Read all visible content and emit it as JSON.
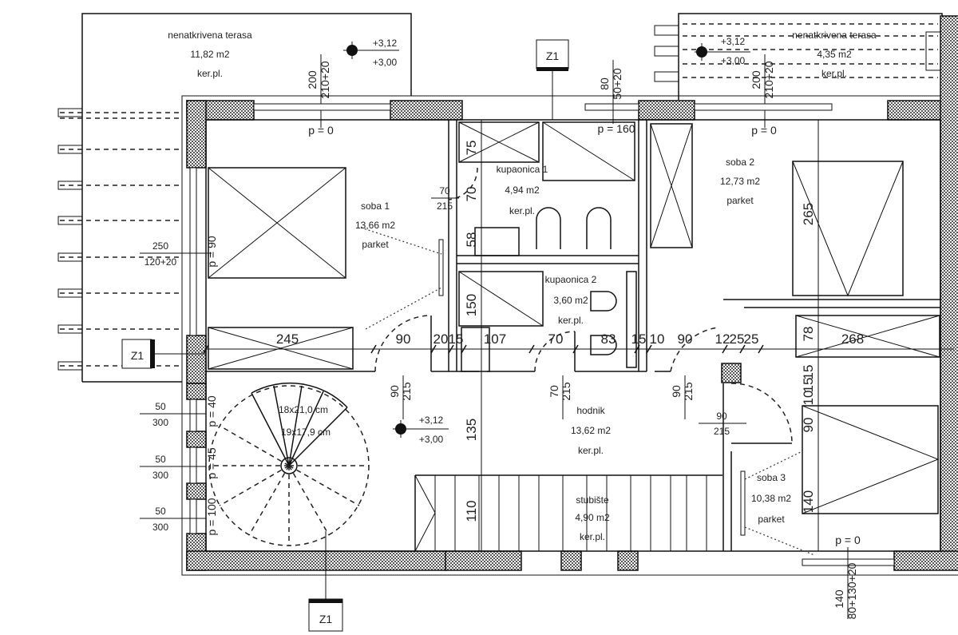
{
  "rooms": {
    "terrace_left": {
      "name": "nenatkrivena terasa",
      "area": "11,82 m2",
      "floor": "ker.pl."
    },
    "terrace_right": {
      "name": "nenatkrivena terasa",
      "area": "4,35 m2",
      "floor": "ker.pl."
    },
    "soba1": {
      "name": "soba 1",
      "area": "13,66 m2",
      "floor": "parket"
    },
    "soba2": {
      "name": "soba 2",
      "area": "12,73 m2",
      "floor": "parket"
    },
    "soba3": {
      "name": "soba 3",
      "area": "10,38 m2",
      "floor": "parket"
    },
    "kupaonica1": {
      "name": "kupaonica 1",
      "area": "4,94 m2",
      "floor": "ker.pl."
    },
    "kupaonica2": {
      "name": "kupaonica 2",
      "area": "3,60 m2",
      "floor": "ker.pl."
    },
    "hodnik": {
      "name": "hodnik",
      "area": "13,62 m2",
      "floor": "ker.pl."
    },
    "stubiste": {
      "name": "stubište",
      "area": "4,90 m2",
      "floor": "ker.pl."
    }
  },
  "levels": {
    "top": "+3,12",
    "bottom": "+3,00"
  },
  "section_marker": "Z1",
  "spiral_stair": {
    "line1": "18x21,0 cm",
    "line2": "19x17,9 cm"
  },
  "parapets": {
    "p0": "p = 0",
    "p160": "p = 160",
    "p90": "p = 90",
    "p40": "p = 40",
    "p45": "p = 45",
    "p100": "p = 100"
  },
  "openings": {
    "terrace_door_left": {
      "w": "200",
      "h": "210+20"
    },
    "terrace_door_right": {
      "w": "200",
      "h": "210+20"
    },
    "bath_window": {
      "w": "80",
      "h": "50+20"
    },
    "soba1_window": {
      "w": "250",
      "h": "120+20"
    },
    "door_bath1": {
      "w": "70",
      "h": "215"
    },
    "door_soba1": {
      "w": "90",
      "h": "215"
    },
    "door_bath2": {
      "w": "70",
      "h": "215"
    },
    "door_soba2": {
      "w": "90",
      "h": "215"
    },
    "door_soba3": {
      "w": "90",
      "h": "215"
    },
    "stair_windows": [
      {
        "w": "50",
        "h": "300"
      },
      {
        "w": "50",
        "h": "300"
      },
      {
        "w": "50",
        "h": "300"
      }
    ],
    "soba3_window": {
      "w": "140",
      "h": "80+130+20"
    }
  },
  "dimensions": {
    "row": [
      "245",
      "90",
      "20",
      "15",
      "107",
      "70",
      "83",
      "15",
      "10",
      "90",
      "12",
      "25",
      "25",
      "268"
    ],
    "vertical": [
      "75",
      "70",
      "58",
      "150",
      "135",
      "110",
      "265",
      "78",
      "15",
      "15",
      "10",
      "90",
      "140"
    ]
  }
}
